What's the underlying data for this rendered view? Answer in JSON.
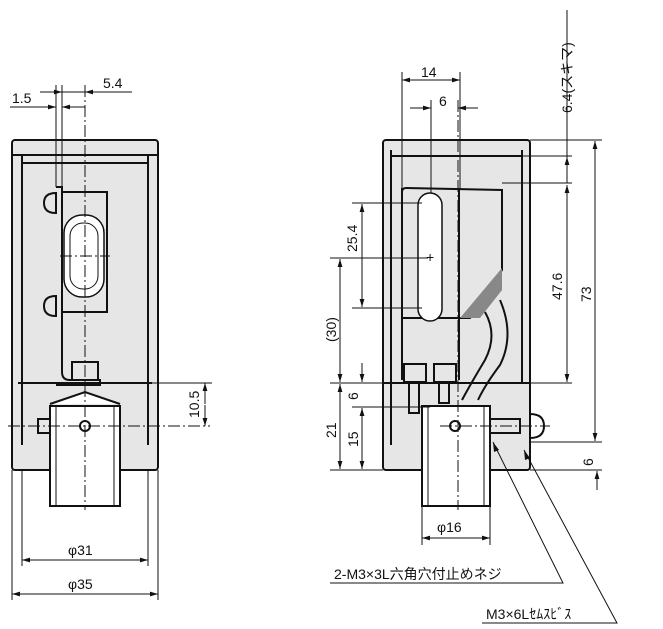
{
  "colors": {
    "housing": "#e6e6e6",
    "line": "#111111"
  },
  "left_view": {
    "dim_offset_1": "1.5",
    "dim_offset_2": "5.4",
    "dim_height": "10.5",
    "dim_inner_dia": "φ31",
    "dim_outer_dia": "φ35"
  },
  "right_view": {
    "dim_width": "14",
    "dim_center": "6",
    "dim_gap": "6.4(スキマ)",
    "dim_slot": "25.4",
    "dim_ref": "(30)",
    "dim_sensor": "47.6",
    "dim_total": "73",
    "dim_bottom": "6",
    "dim_block": "21",
    "dim_shaft": "15",
    "dim_step": "6",
    "dim_dia": "φ16",
    "callout_setscrew": "2-M3×3L六角穴付止めネジ",
    "callout_sems": "M3×6Lｾﾑｽﾋﾞｽ"
  }
}
